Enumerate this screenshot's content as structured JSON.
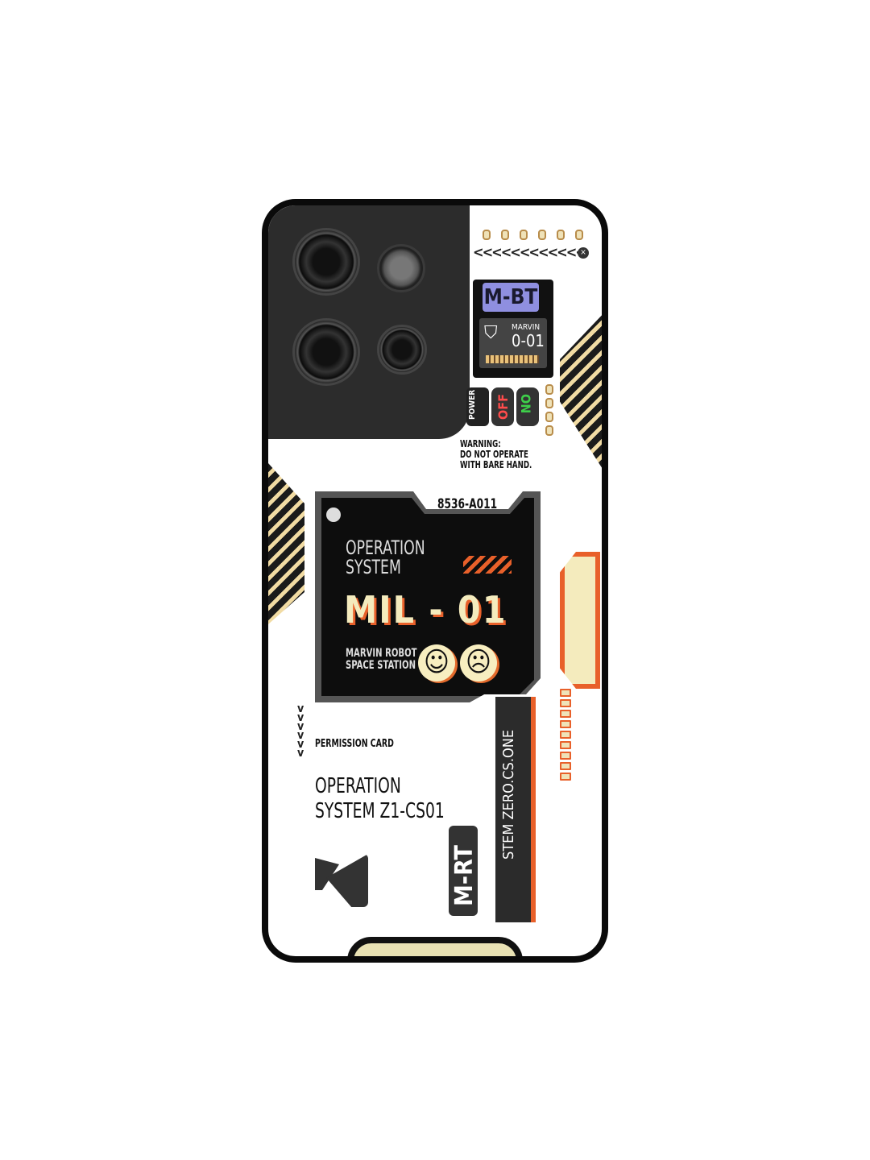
{
  "product": {
    "colors": {
      "case_border": "#0a0a0a",
      "camera_block": "#2c2c2c",
      "accent_orange": "#e8602a",
      "cream": "#f4ebbd",
      "badge_purple": "#8f8fe0"
    },
    "camera": {
      "icons": [
        "lens-icon",
        "flash-icon",
        "lens-icon",
        "sensor-icon"
      ]
    },
    "module": {
      "badge": "M-BT",
      "name": "MARVIN",
      "code": "0-01",
      "bolt_icon": "lightning-shield-icon"
    },
    "switches": {
      "power": "POWER",
      "off": "OFF",
      "on": "ON"
    },
    "warning": {
      "line1": "WARNING:",
      "line2": "DO NOT OPERATE",
      "line3": "WITH BARE HAND."
    },
    "screen": {
      "serial": "8536-A011",
      "title1": "OPERATION",
      "title2": "SYSTEM",
      "model": "MIL - 01",
      "sub1": "MARVIN ROBOT",
      "sub2": "SPACE STATION",
      "smile": "☺",
      "frown": "☹"
    },
    "card": {
      "label": "PERMISSION CARD",
      "line1": "OPERATION",
      "line2": "SYSTEM Z1-CS01"
    },
    "side": {
      "badge": "M-RT",
      "vertical": "STEM ZERO.CS.ONE"
    }
  }
}
